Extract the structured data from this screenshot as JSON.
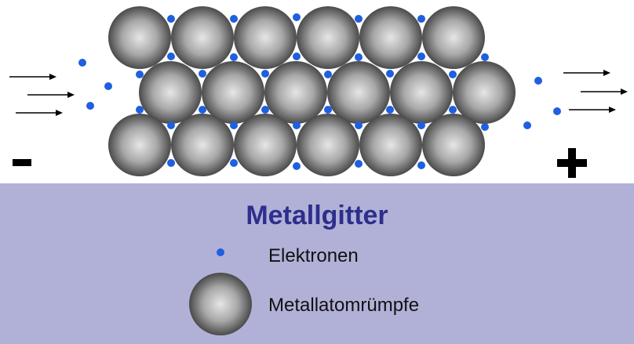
{
  "legend": {
    "title": "Metallgitter",
    "electron_label": "Elektronen",
    "ion_label": "Metallatomrümpfe"
  },
  "poles": {
    "negative": "-",
    "positive": "+"
  },
  "colors": {
    "panel": "#b1b1d8",
    "title": "#2e2e8c",
    "electron": "#1f5fe0",
    "ion_light": "#e6e6e6",
    "ion_dark": "#4a4a4a"
  },
  "lattice": {
    "rows": 3,
    "atoms_per_row": 6
  }
}
